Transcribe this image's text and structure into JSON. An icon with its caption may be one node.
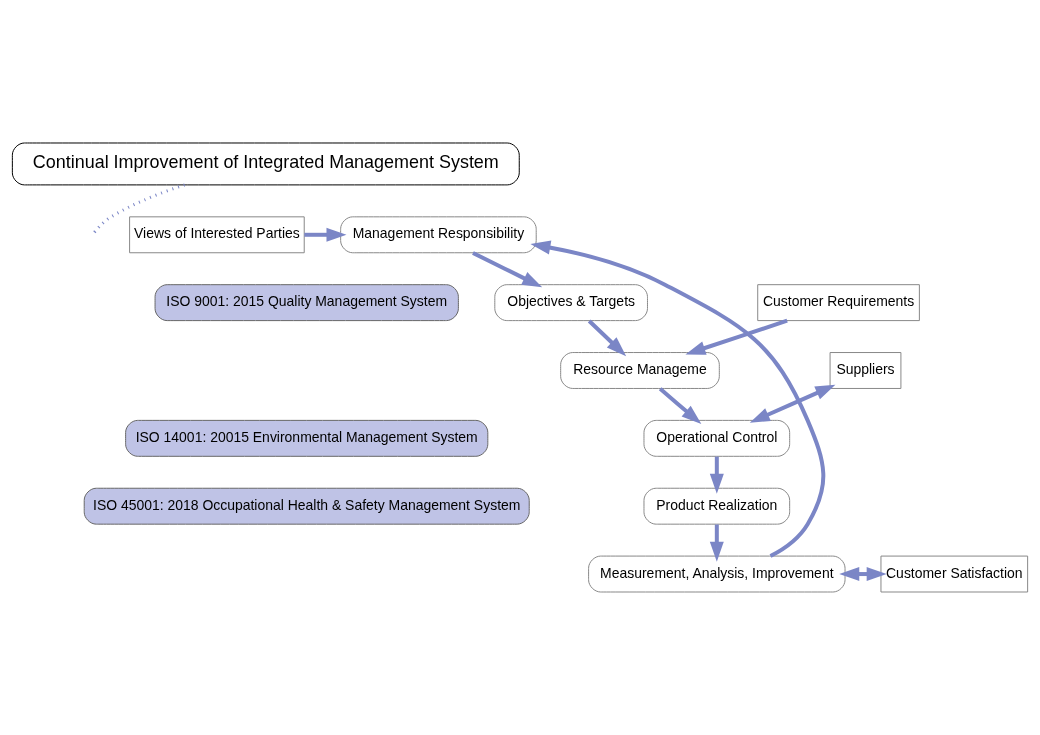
{
  "diagram": {
    "nodes": [
      {
        "text": [
          "Continual Improvement of Integrated Management System"
        ]
      },
      {
        "text": [
          "Management Responsibility"
        ]
      },
      {
        "text": [
          "ISO 9001: 2015 Quality Management System"
        ]
      },
      {
        "text": [
          "Views of Interested Parties"
        ]
      },
      {
        "text": [
          "Objectives & Targets"
        ]
      },
      {
        "text": [
          "Customer Requirements"
        ]
      },
      {
        "text": [
          "ISO 14001: 20015 Environmental Management System"
        ]
      },
      {
        "text": [
          "Resource Manageme"
        ]
      },
      {
        "text": [
          "Measurement, Analysis, Improvement"
        ]
      },
      {
        "text": [
          "Customer Satisfaction"
        ]
      },
      {
        "text": [
          "Suppliers"
        ]
      },
      {
        "text": [
          "ISO 45001: 2018 Occupational Health & Safety Management System"
        ]
      },
      {
        "text": [
          "Operational Control"
        ]
      },
      {
        "text": [
          "Product Realization"
        ]
      }
    ],
    "edges": [
      {
        "from": 1,
        "to": 4,
        "arrow": "to"
      },
      {
        "from": 5,
        "to": 7,
        "arrow": "to"
      },
      {
        "from": 4,
        "to": 7,
        "arrow": "to"
      },
      {
        "from": 10,
        "to": 12,
        "arrow": "both"
      },
      {
        "from": 7,
        "to": 12,
        "arrow": "to"
      },
      {
        "from": 12,
        "to": 13,
        "arrow": "to"
      },
      {
        "from": 13,
        "to": 8,
        "arrow": "to"
      },
      {
        "from": 8,
        "to": 1,
        "arrow": "to"
      },
      {
        "from": 8,
        "to": 9,
        "arrow": "both"
      },
      {
        "from": 3,
        "to": 1,
        "arrow": "to"
      },
      {
        "from": 0,
        "to": null,
        "arrow": "none",
        "style": "dashed"
      }
    ]
  }
}
